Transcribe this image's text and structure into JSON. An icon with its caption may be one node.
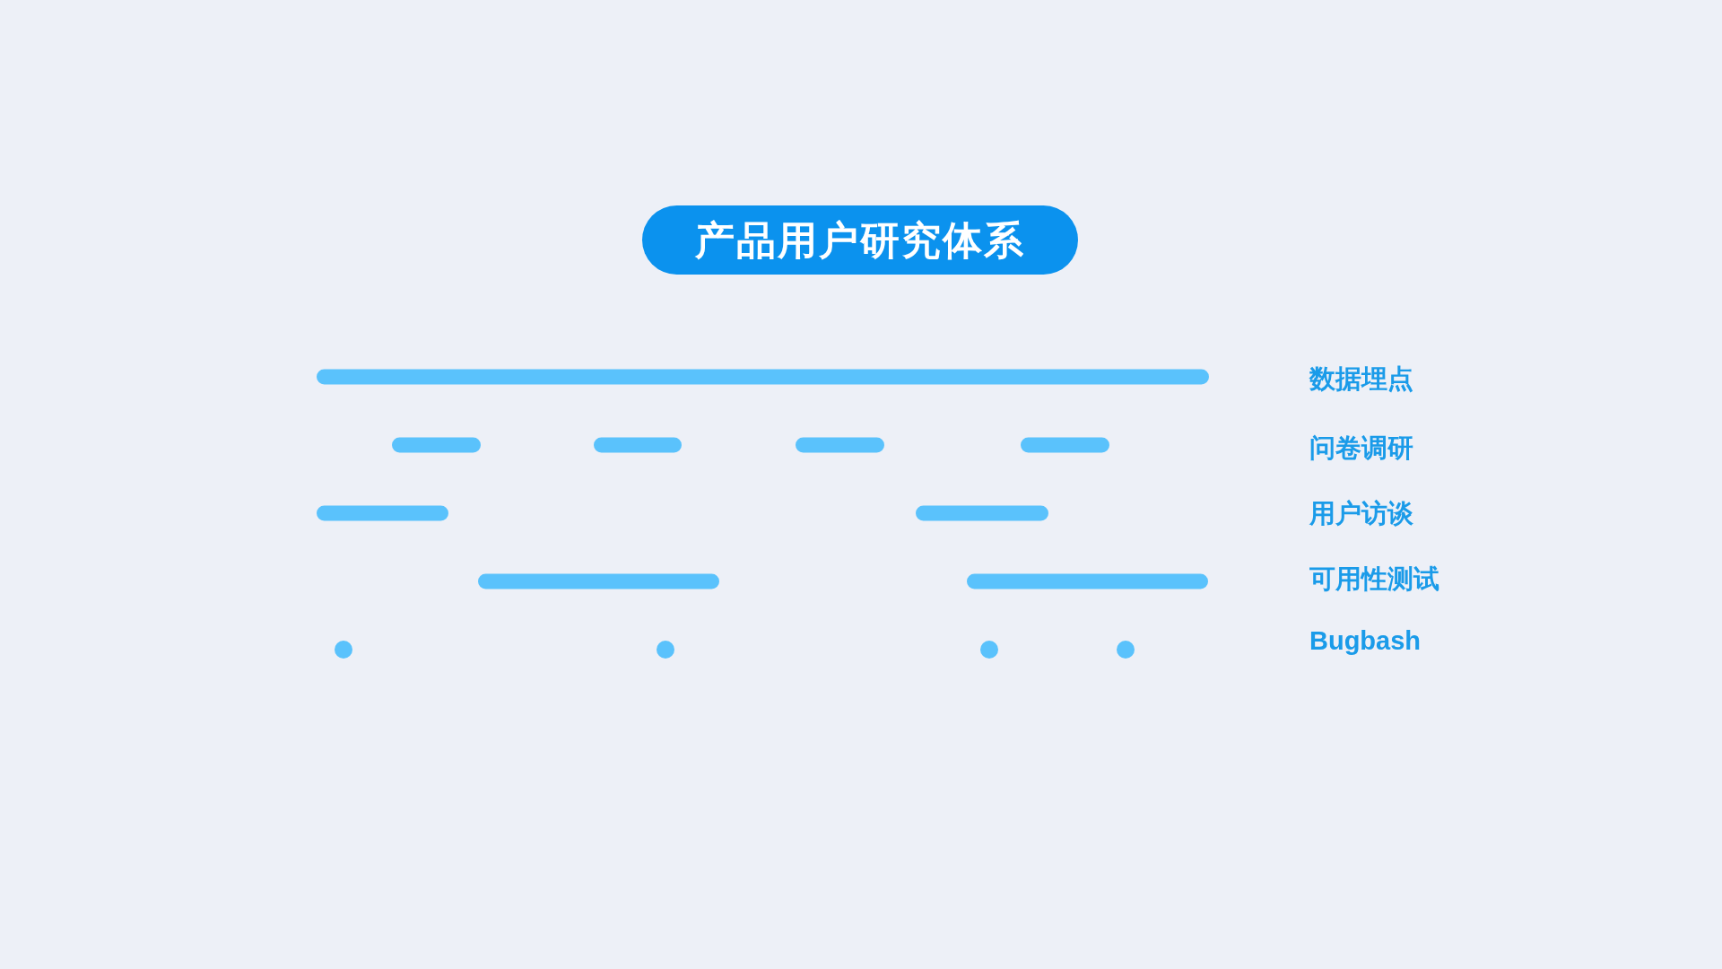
{
  "diagram": {
    "title": "产品用户研究体系",
    "nodes": [
      {
        "text": [],
        "shape": "bar"
      },
      {
        "text": [],
        "shape": "bar"
      },
      {
        "text": [],
        "shape": "bar"
      },
      {
        "text": [],
        "shape": "bar"
      },
      {
        "text": [],
        "shape": "bar"
      },
      {
        "text": [],
        "shape": "bar"
      },
      {
        "text": [],
        "shape": "bar"
      },
      {
        "text": [],
        "shape": "bar"
      },
      {
        "text": [],
        "shape": "bar"
      },
      {
        "text": [],
        "shape": "circle"
      },
      {
        "text": [],
        "shape": "circle"
      },
      {
        "text": [],
        "shape": "circle"
      },
      {
        "text": [],
        "shape": "circle"
      }
    ],
    "labels": [
      "数据埋点",
      "问卷调研",
      "用户访谈",
      "可用性测试",
      "Bugbash"
    ]
  }
}
